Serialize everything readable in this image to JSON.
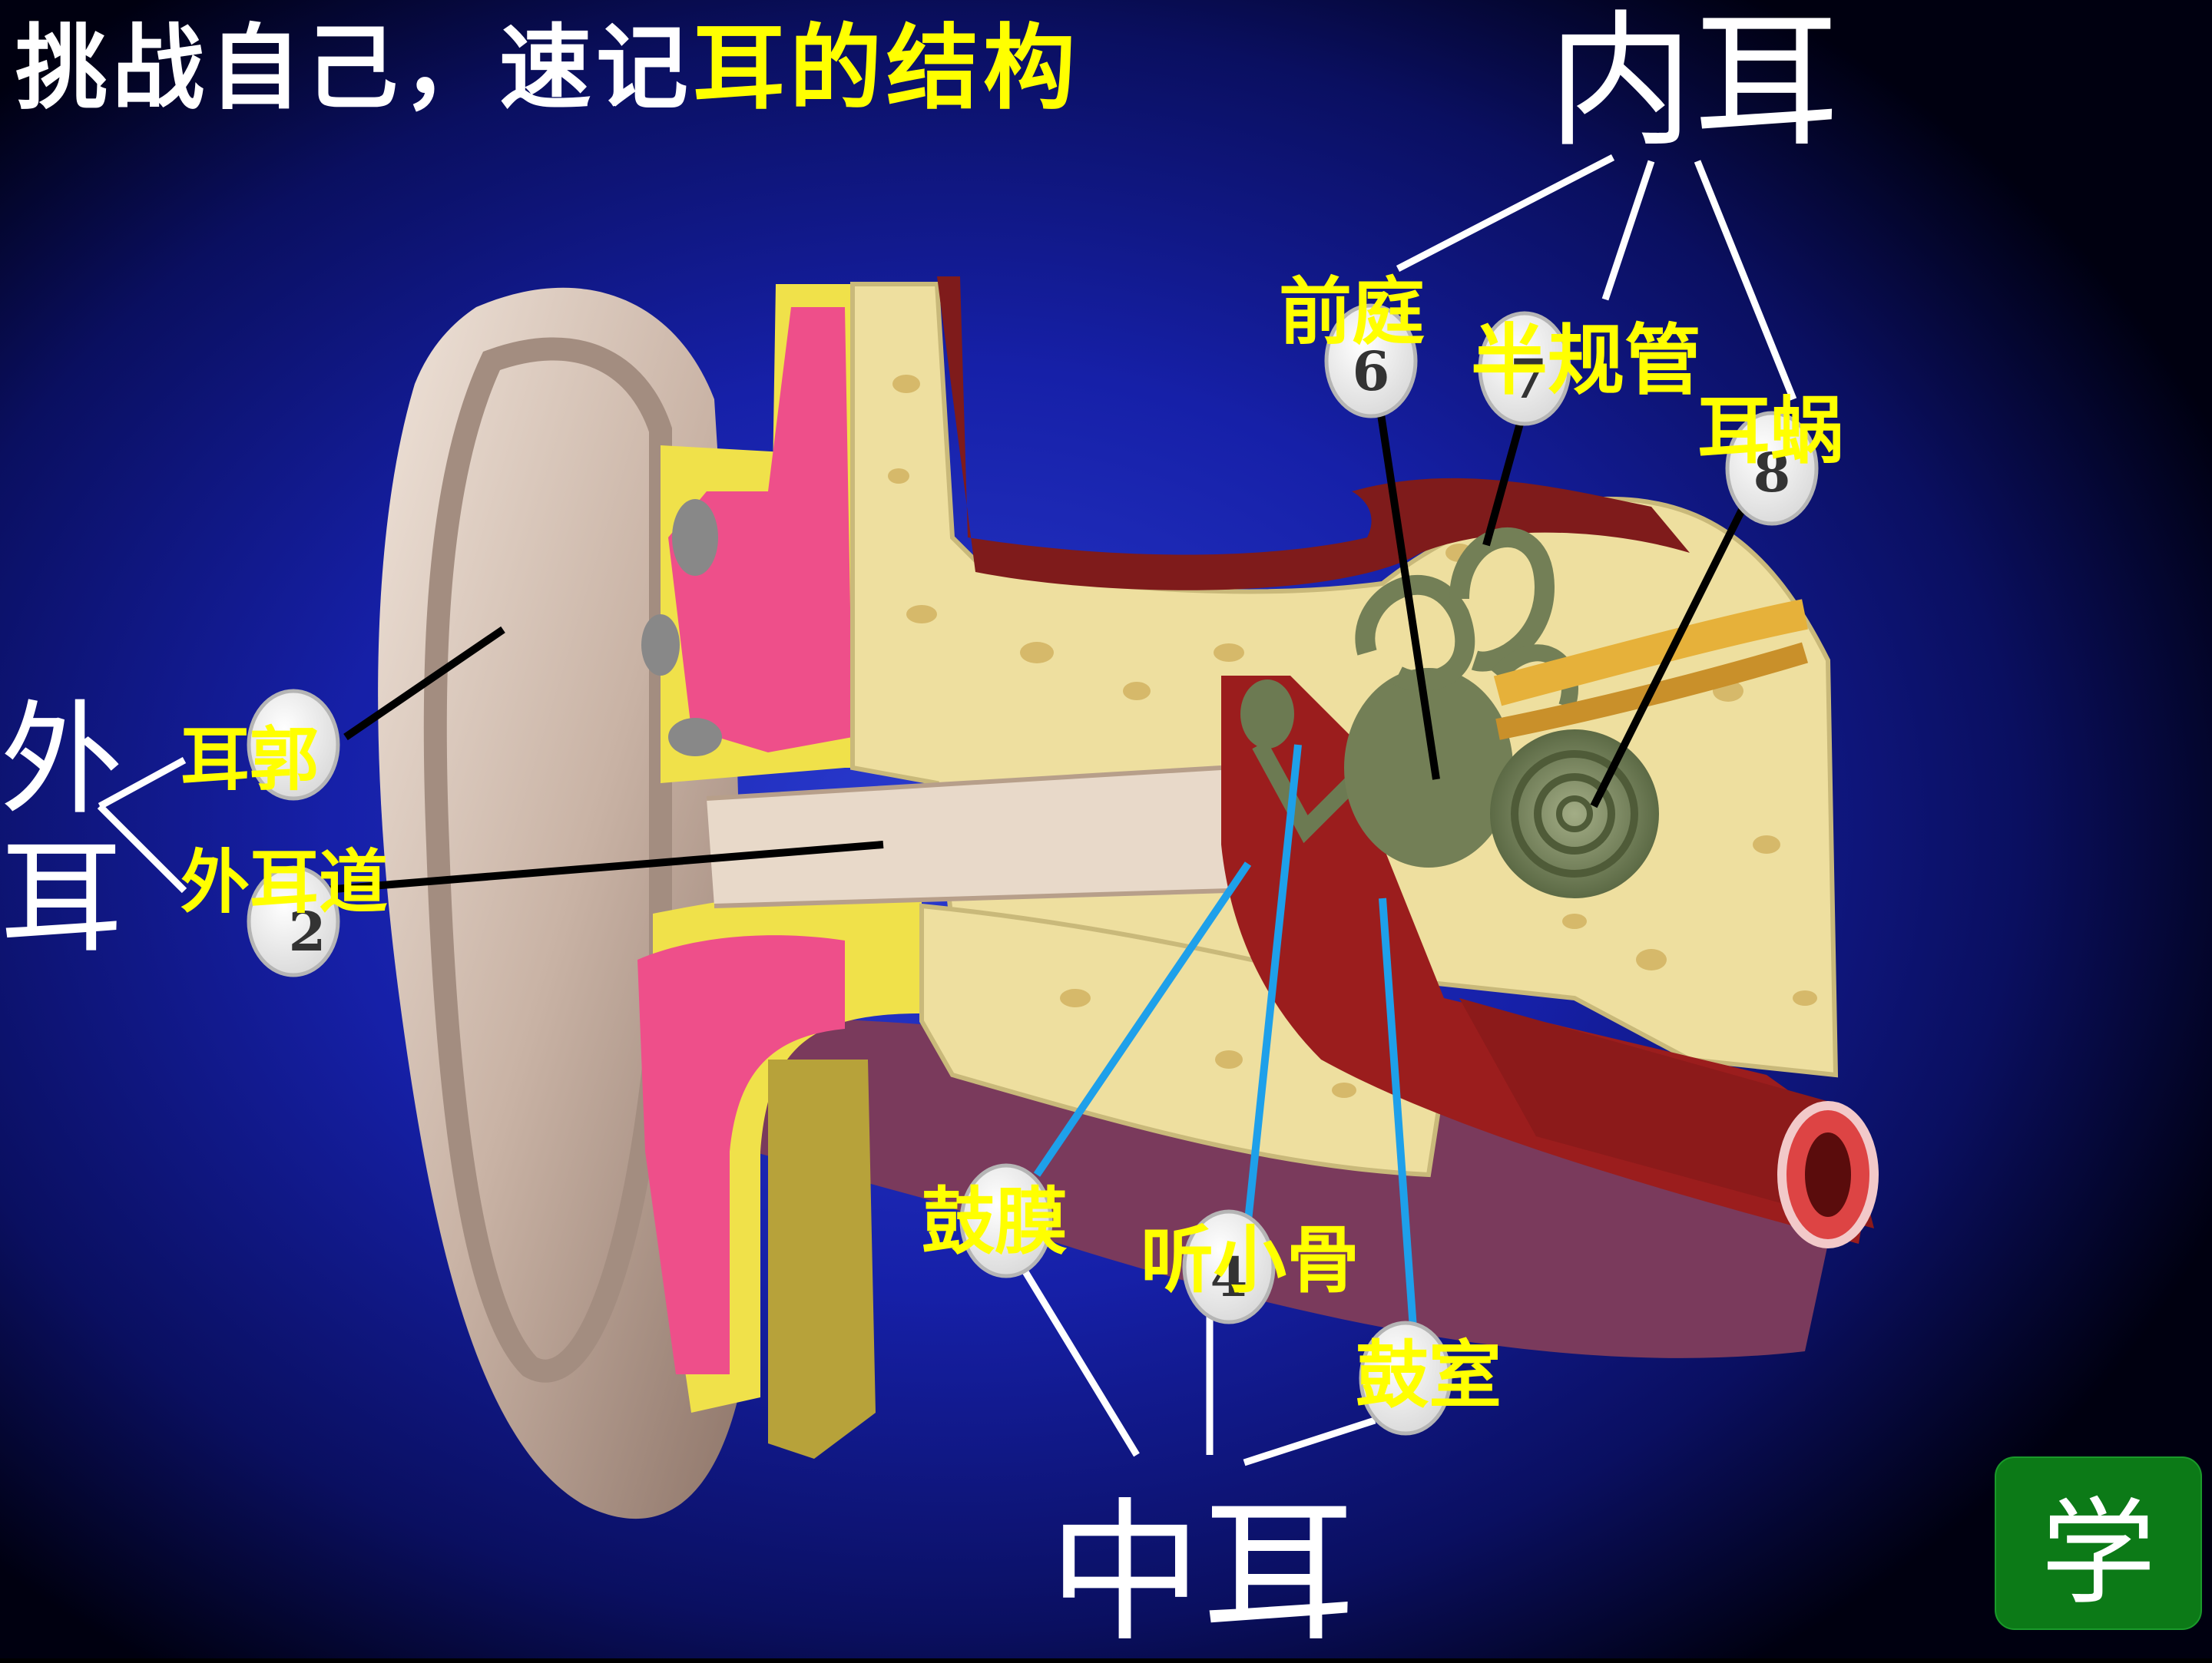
{
  "title": {
    "part1": "挑战自己，速记",
    "part2": "耳的结构"
  },
  "groups": {
    "inner_ear": "内耳",
    "outer_ear_line1": "外",
    "outer_ear_line2": "耳",
    "middle_ear": "中耳"
  },
  "labels": {
    "auricle": "耳郭",
    "ear_canal": "外耳道",
    "eardrum": "鼓膜",
    "ossicles": "听小骨",
    "tympanic_cavity": "鼓室",
    "vestibule": "前庭",
    "semicircular_canals": "半规管",
    "cochlea": "耳蜗"
  },
  "markers": [
    "2",
    "4",
    "6",
    "7",
    "8"
  ],
  "xue_button": "学",
  "colors": {
    "label": "#ffff00",
    "text": "#ffffff",
    "pointer_blue": "#1ea0ea",
    "button": "#0c7a17"
  }
}
